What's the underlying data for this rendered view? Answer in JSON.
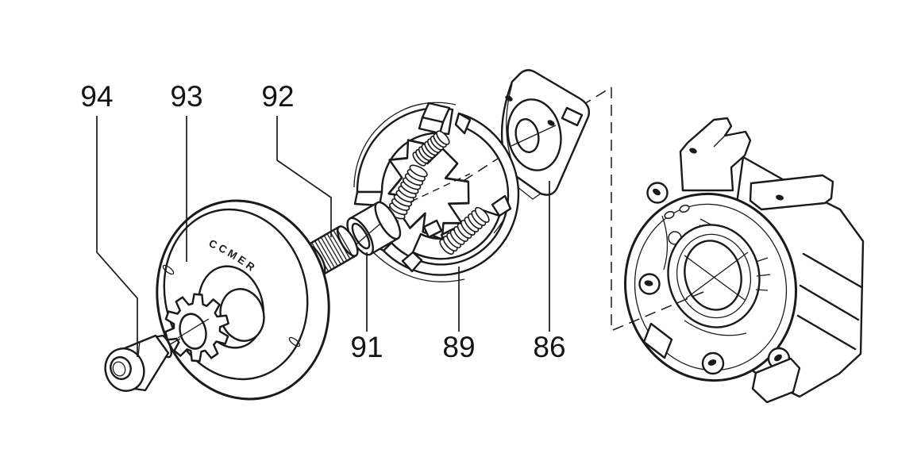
{
  "figure": {
    "type": "exploded-parts-diagram",
    "background_color": "#ffffff",
    "line_color": "#1a1a1a",
    "drum_brand_text": "CCMER",
    "callouts": [
      {
        "label": "94"
      },
      {
        "label": "93"
      },
      {
        "label": "92"
      },
      {
        "label": "91"
      },
      {
        "label": "89"
      },
      {
        "label": "86"
      }
    ]
  }
}
